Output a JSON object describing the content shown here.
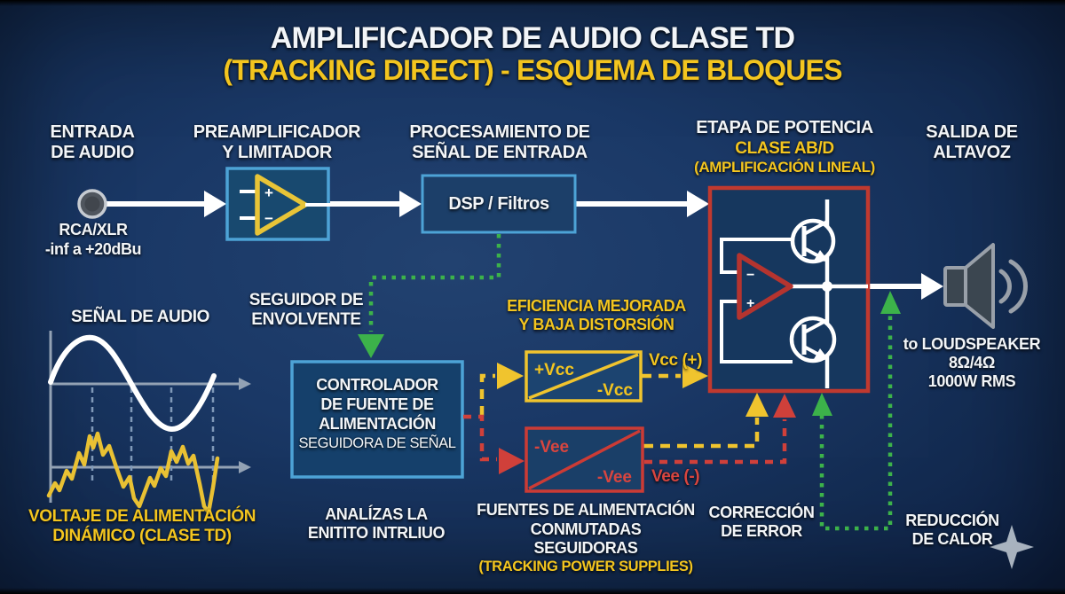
{
  "title": {
    "line1": "AMPLIFICADOR DE AUDIO CLASE TD",
    "line2": "(TRACKING DIRECT) - ESQUEMA DE BLOQUES"
  },
  "audio_input": {
    "heading1": "ENTRADA",
    "heading2": "DE AUDIO",
    "connector": "RCA/XLR",
    "range": "-inf a +20dBu"
  },
  "preamp": {
    "heading1": "PREAMPLIFICADOR",
    "heading2": "Y LIMITADOR",
    "plus": "+",
    "minus": "−"
  },
  "dsp": {
    "heading1": "PROCESAMIENTO DE",
    "heading2": "SEÑAL DE ENTRADA",
    "block_label": "DSP / Filtros"
  },
  "power_stage": {
    "heading1": "ETAPA DE POTENCIA",
    "heading2": "CLASE AB/D",
    "heading3": "(AMPLIFICACIÓN LINEAL)",
    "opamp_minus": "−",
    "opamp_plus": "+"
  },
  "speaker_output": {
    "heading1": "SALIDA DE",
    "heading2": "ALTAVOZ",
    "to1": "to LOUDSPEAKER",
    "to2": "8Ω/4Ω",
    "to3": "1000W RMS"
  },
  "envelope_follower": {
    "line1": "SEGUIDOR DE",
    "line2": "ENVOLVENTE"
  },
  "controller": {
    "line1": "CONTROLADOR",
    "line2": "DE FUENTE DE",
    "line3": "ALIMENTACIÓN",
    "line4": "SEGUIDORA DE SEÑAL"
  },
  "efficiency": {
    "line1": "EFICIENCIA MEJORADA",
    "line2": "Y BAJA DISTORSIÓN"
  },
  "vcc_supply": {
    "top": "+Vcc",
    "bottom": "-Vcc",
    "out_label": "Vcc (+)"
  },
  "vee_supply": {
    "top": "-Vee",
    "bottom": "-Vee",
    "out_label": "Vee (-)"
  },
  "tracking_supplies": {
    "line1": "FUENTES DE ALIMENTACIÓN",
    "line2": "CONMUTADAS",
    "line3": "SEGUIDORAS",
    "line4": "(TRACKING POWER SUPPLIES)"
  },
  "analysis_note": {
    "line1": "ANALÍZAS LA",
    "line2": "ENITITO INTRLIUO"
  },
  "error_correction": {
    "line1": "CORRECCIÓN",
    "line2": "DE ERROR"
  },
  "heat_reduction": {
    "line1": "REDUCCIÓN",
    "line2": "DE CALOR"
  },
  "waveform": {
    "title": "SEÑAL DE AUDIO",
    "caption1": "VOLTAJE DE ALIMENTACIÓN",
    "caption2": "DINÁMICO (CLASE TD)"
  },
  "colors": {
    "background_navy": "#16305a",
    "accent_yellow": "#f3c51f",
    "accent_red": "#c9403a",
    "accent_green": "#3cb24a",
    "block_border_blue": "#4da3d6",
    "text_white": "#f2f5f8"
  }
}
